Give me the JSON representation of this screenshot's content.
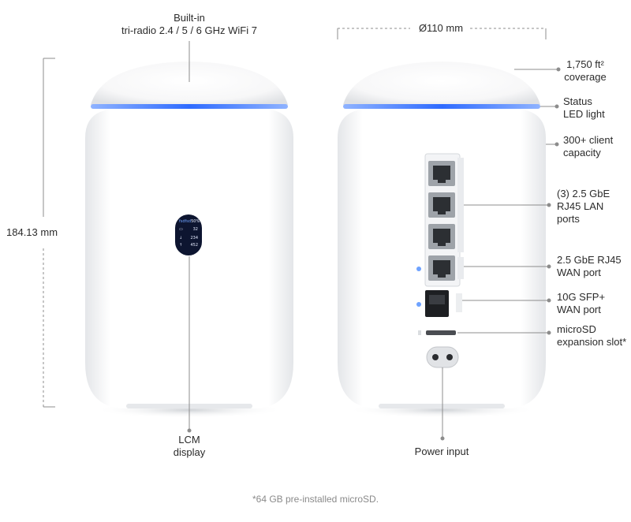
{
  "labels": {
    "wifi": [
      "Built-in",
      "tri-radio 2.4 / 5 / 6 GHz WiFi 7"
    ],
    "diameter": "Ø110 mm",
    "height": "184.13 mm",
    "lcm": [
      "LCM",
      "display"
    ],
    "coverage": [
      "1,750 ft²",
      "coverage"
    ],
    "status_led": [
      "Status",
      "LED light"
    ],
    "clients": [
      "300+ client",
      "capacity"
    ],
    "lan_ports": [
      "(3) 2.5 GbE",
      "RJ45 LAN",
      "ports"
    ],
    "wan_port": [
      "2.5 GbE RJ45",
      "WAN port"
    ],
    "sfp": [
      "10G SFP+",
      "WAN port"
    ],
    "microsd": [
      "microSD",
      "expansion slot*"
    ],
    "power": "Power input"
  },
  "lcm_screen": {
    "brand": "fsdfsd",
    "percent": "50%",
    "temp": "32",
    "down": "234",
    "up": "452"
  },
  "footnote": "*64 GB pre-installed microSD.",
  "colors": {
    "led": "#3b7bff",
    "body": "#ffffff",
    "line": "#8c8c8c"
  }
}
